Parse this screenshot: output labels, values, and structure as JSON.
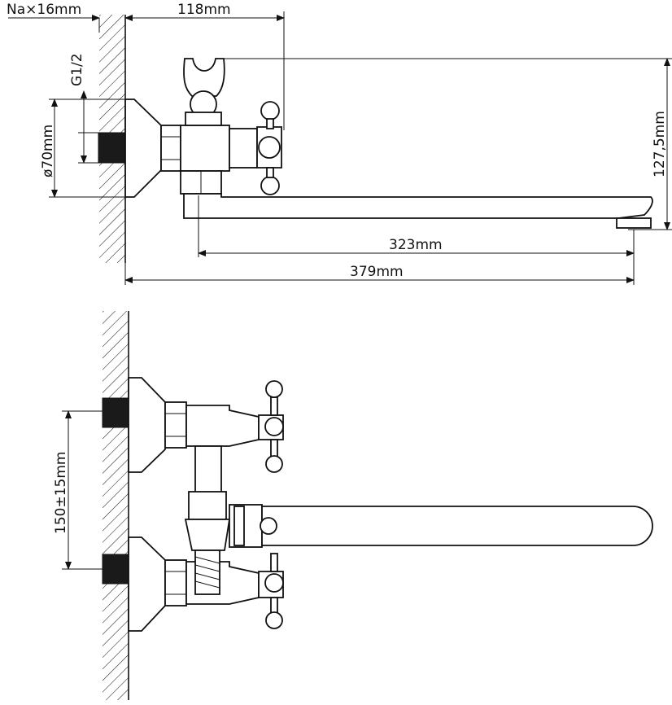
{
  "labels": {
    "nut": "Na×16mm",
    "depth": "118mm",
    "thread": "G1/2",
    "diameter": "ø70mm",
    "height": "127,5mm",
    "spout": "323mm",
    "total": "379mm",
    "spacing": "150±15mm"
  },
  "colors": {
    "line": "#111111",
    "background": "#ffffff"
  }
}
